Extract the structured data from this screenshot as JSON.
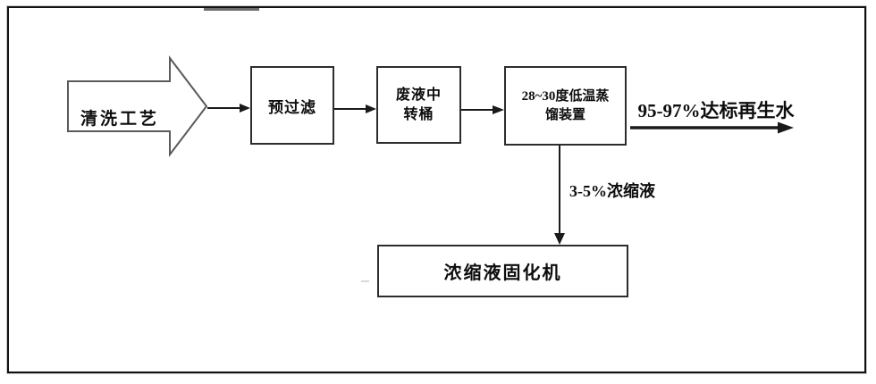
{
  "diagram": {
    "process_arrow": {
      "label": "清洗工艺"
    },
    "boxes": {
      "prefilter": {
        "label": "预过滤"
      },
      "transfer_barrel": {
        "label": "废液中\n转桶"
      },
      "distillation": {
        "label": "28~30度低温蒸\n馏装置"
      },
      "solidifier": {
        "label": "浓缩液固化机"
      }
    },
    "flow_labels": {
      "reclaimed_water": "95-97%达标再生水",
      "concentrate": "3-5%浓缩液"
    },
    "colors": {
      "line": "#1a1a1a",
      "box_border": "#2d2d2d",
      "block_arrow_outline": "#5a5a5a",
      "frame_border": "#121212",
      "background": "#ffffff",
      "text": "#0d0d0d"
    }
  }
}
